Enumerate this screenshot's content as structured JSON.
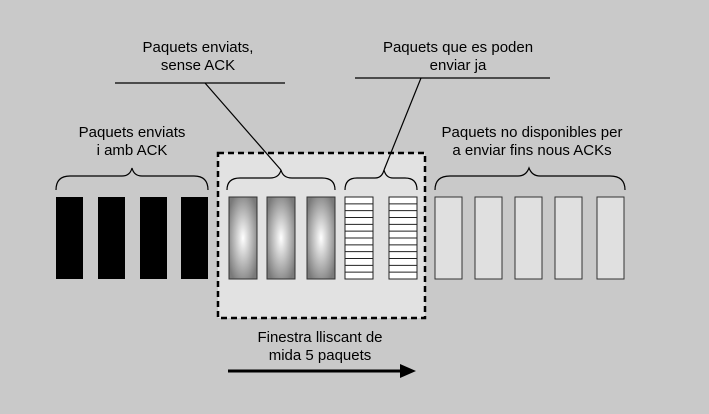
{
  "labels": {
    "sent_acked": [
      "Paquets enviats",
      "i amb ACK"
    ],
    "sent_no_ack": [
      "Paquets enviats,",
      "sense ACK"
    ],
    "can_send": [
      "Paquets que es poden",
      "enviar ja"
    ],
    "unavailable": [
      "Paquets no disponibles per",
      "a enviar fins nous ACKs"
    ],
    "window": [
      "Finestra lliscant de",
      "mida  5 paquets"
    ]
  },
  "counts": {
    "sent_acked": 4,
    "sent_no_ack": 3,
    "can_send": 2,
    "unavailable": 5
  },
  "colors": {
    "background": "#c9c9c9",
    "window_fill": "#e2e2e2",
    "unavailable_fill": "#e0e0e0",
    "acked_fill": "#000000"
  }
}
